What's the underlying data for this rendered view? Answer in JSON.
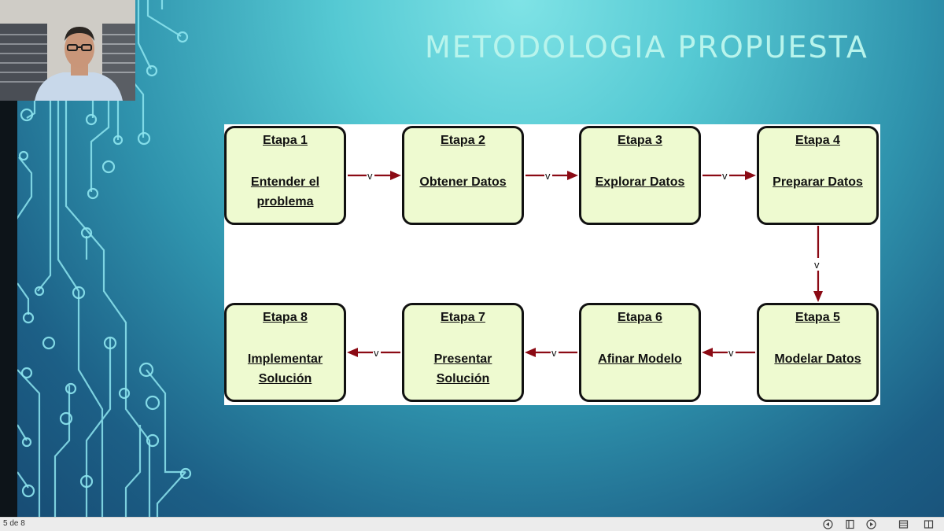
{
  "slide": {
    "title": "METODOLOGIA PROPUESTA",
    "stages": [
      {
        "heading": "Etapa 1",
        "lines": [
          "Entender el",
          "problema"
        ]
      },
      {
        "heading": "Etapa 2",
        "lines": [
          "Obtener Datos"
        ]
      },
      {
        "heading": "Etapa 3",
        "lines": [
          "Explorar Datos"
        ]
      },
      {
        "heading": "Etapa 4",
        "lines": [
          "Preparar Datos"
        ]
      },
      {
        "heading": "Etapa 5",
        "lines": [
          "Modelar Datos"
        ]
      },
      {
        "heading": "Etapa 6",
        "lines": [
          "Afinar Modelo"
        ]
      },
      {
        "heading": "Etapa 7",
        "lines": [
          "Presentar",
          "Solución"
        ]
      },
      {
        "heading": "Etapa 8",
        "lines": [
          "Implementar",
          "Solución"
        ]
      }
    ],
    "arrow_label": "v"
  },
  "statusbar": {
    "slide_counter": "5 de 8",
    "icons": [
      "prev-slide-icon",
      "slide-sorter-icon",
      "next-slide-icon",
      "normal-view-icon",
      "reading-view-icon"
    ]
  },
  "colors": {
    "stage_fill": "#eefad0",
    "arrow": "#8b0a14",
    "title": "#b8f4ec"
  }
}
